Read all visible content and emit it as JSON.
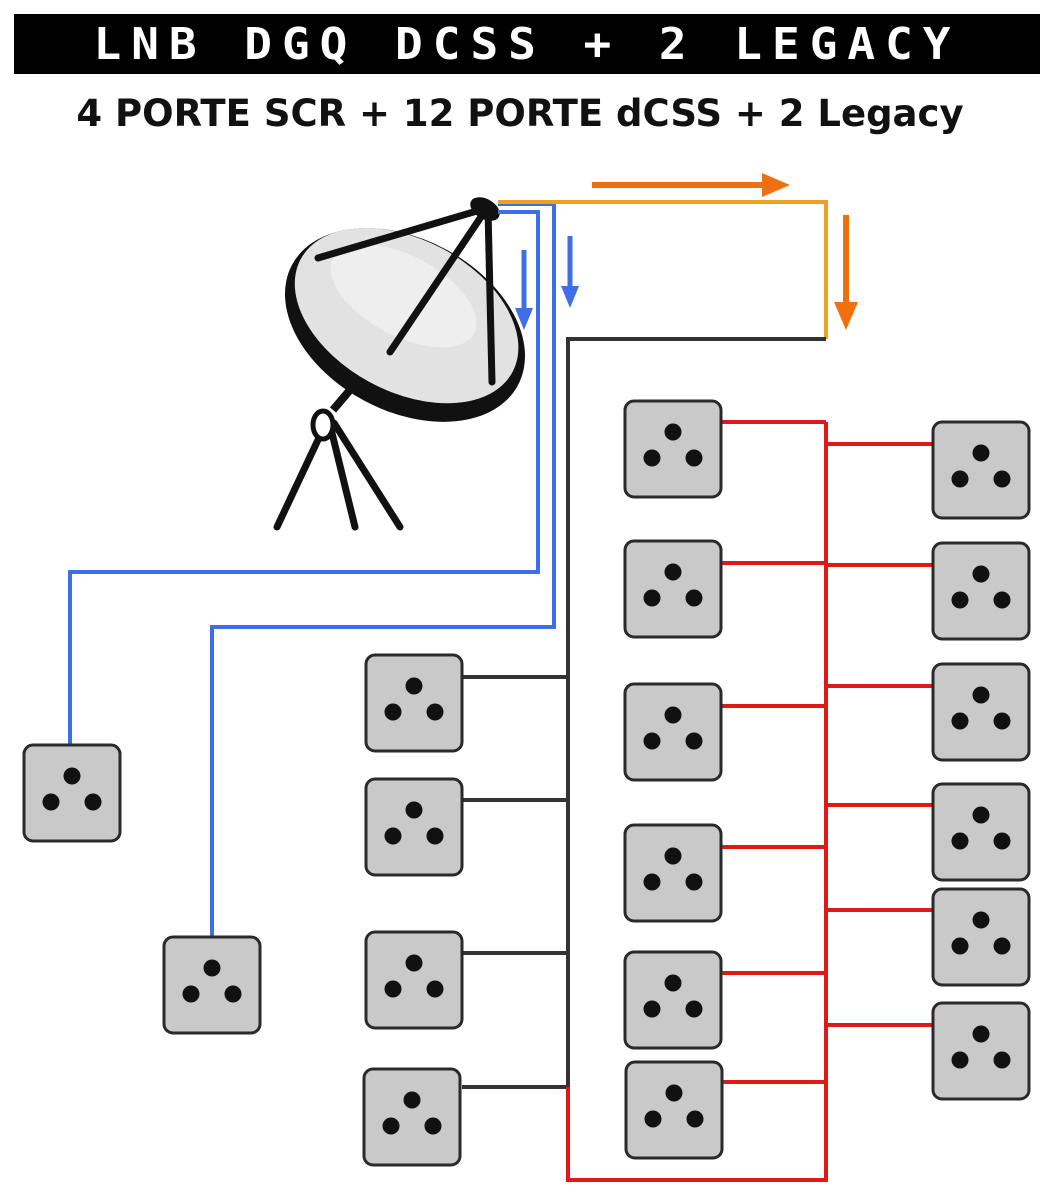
{
  "header": {
    "banner_title": "LNB DGQ DCSS + 2 LEGACY",
    "subtitle": "4 PORTE SCR + 12 PORTE dCSS + 2 Legacy"
  },
  "colors": {
    "legacy_cable": "#3f6fe8",
    "dcss_main": "#f0a020",
    "dcss_trunk": "#333333",
    "dcss_branch": "#e01818",
    "flow_arrow_orange": "#f07010",
    "flow_arrow_blue": "#3f6fe8",
    "outlet_fill": "#c9c9c9",
    "outlet_border": "#2a2a2a"
  },
  "icons": {
    "antenna": "satellite-dish-icon",
    "outlet": "tv-sat-outlet-icon"
  },
  "groups": {
    "legacy_outlets": 2,
    "scr_outlets": 4,
    "dcss_outlets": 12
  }
}
